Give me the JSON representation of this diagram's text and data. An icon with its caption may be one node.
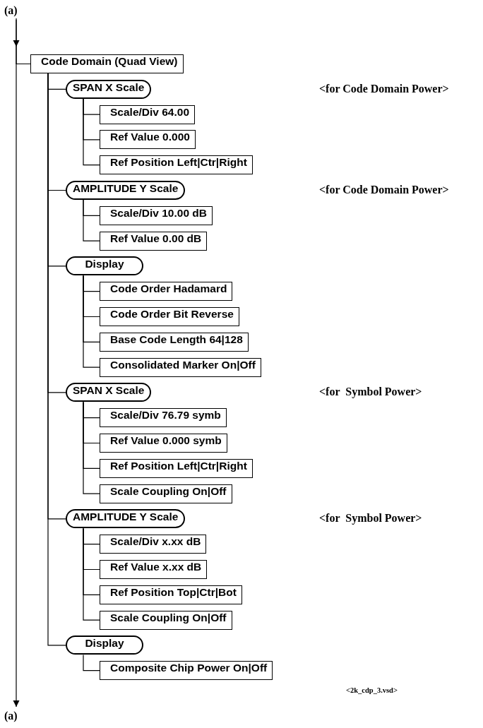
{
  "diagram": {
    "nodes": [
      {
        "text": [
          "(a)"
        ]
      },
      {
        "text": [
          "Code Domain (Quad View)"
        ]
      },
      {
        "text": [
          "SPAN X Scale"
        ]
      },
      {
        "text": [
          "Scale/Div 64.00"
        ]
      },
      {
        "text": [
          "Ref Value 0.000"
        ]
      },
      {
        "text": [
          "Ref Position Left|Ctr|Right"
        ]
      },
      {
        "text": [
          "AMPLITUDE Y Scale"
        ]
      },
      {
        "text": [
          "Scale/Div 10.00 dB"
        ]
      },
      {
        "text": [
          "Ref Value 0.00 dB"
        ]
      },
      {
        "text": [
          "Display"
        ]
      },
      {
        "text": [
          "Code Order Hadamard"
        ]
      },
      {
        "text": [
          "Code Order Bit Reverse"
        ]
      },
      {
        "text": [
          "Base Code Length 64|128"
        ]
      },
      {
        "text": [
          "Consolidated Marker On|Off"
        ]
      },
      {
        "text": [
          "SPAN X Scale"
        ]
      },
      {
        "text": [
          "Scale/Div 76.79 symb"
        ]
      },
      {
        "text": [
          "Ref Value 0.000 symb"
        ]
      },
      {
        "text": [
          "Ref Position Left|Ctr|Right"
        ]
      },
      {
        "text": [
          "Scale Coupling On|Off"
        ]
      },
      {
        "text": [
          "AMPLITUDE Y Scale"
        ]
      },
      {
        "text": [
          "Scale/Div x.xx dB"
        ]
      },
      {
        "text": [
          "Ref Value x.xx dB"
        ]
      },
      {
        "text": [
          "Ref Position Top|Ctr|Bot"
        ]
      },
      {
        "text": [
          "Scale Coupling On|Off"
        ]
      },
      {
        "text": [
          "Display"
        ]
      },
      {
        "text": [
          "Composite Chip Power On|Off"
        ]
      },
      {
        "text": [
          "(a)"
        ]
      }
    ],
    "edges": [
      {
        "from": 0,
        "to": 1,
        "arrow": "none"
      },
      {
        "from": 0,
        "to": 26,
        "arrow": "to"
      },
      {
        "from": 1,
        "to": 2,
        "arrow": "none"
      },
      {
        "from": 2,
        "to": 3,
        "arrow": "none"
      },
      {
        "from": 2,
        "to": 4,
        "arrow": "none"
      },
      {
        "from": 2,
        "to": 5,
        "arrow": "none"
      },
      {
        "from": 1,
        "to": 6,
        "arrow": "none"
      },
      {
        "from": 6,
        "to": 7,
        "arrow": "none"
      },
      {
        "from": 6,
        "to": 8,
        "arrow": "none"
      },
      {
        "from": 1,
        "to": 9,
        "arrow": "none"
      },
      {
        "from": 9,
        "to": 10,
        "arrow": "none"
      },
      {
        "from": 9,
        "to": 11,
        "arrow": "none"
      },
      {
        "from": 9,
        "to": 12,
        "arrow": "none"
      },
      {
        "from": 9,
        "to": 13,
        "arrow": "none"
      },
      {
        "from": 1,
        "to": 14,
        "arrow": "none"
      },
      {
        "from": 14,
        "to": 15,
        "arrow": "none"
      },
      {
        "from": 14,
        "to": 16,
        "arrow": "none"
      },
      {
        "from": 14,
        "to": 17,
        "arrow": "none"
      },
      {
        "from": 14,
        "to": 18,
        "arrow": "none"
      },
      {
        "from": 1,
        "to": 19,
        "arrow": "none"
      },
      {
        "from": 19,
        "to": 20,
        "arrow": "none"
      },
      {
        "from": 19,
        "to": 21,
        "arrow": "none"
      },
      {
        "from": 19,
        "to": 22,
        "arrow": "none"
      },
      {
        "from": 19,
        "to": 23,
        "arrow": "none"
      },
      {
        "from": 1,
        "to": 24,
        "arrow": "none"
      },
      {
        "from": 24,
        "to": 25,
        "arrow": "none"
      }
    ],
    "labels": [
      "<for Code Domain Power>",
      "<for Code Domain Power>",
      "<for  Symbol Power>",
      "<for  Symbol Power>",
      "<2k_cdp_3.vsd>"
    ]
  }
}
